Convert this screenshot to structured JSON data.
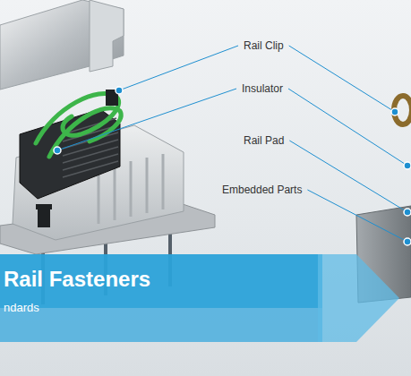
{
  "diagram": {
    "nodes": [
      {
        "text": [
          "Rail Fasteners",
          "ndards"
        ]
      }
    ],
    "labels": [
      "Rail Clip",
      "Insulator",
      "Rail Pad",
      "Embedded Parts"
    ]
  }
}
